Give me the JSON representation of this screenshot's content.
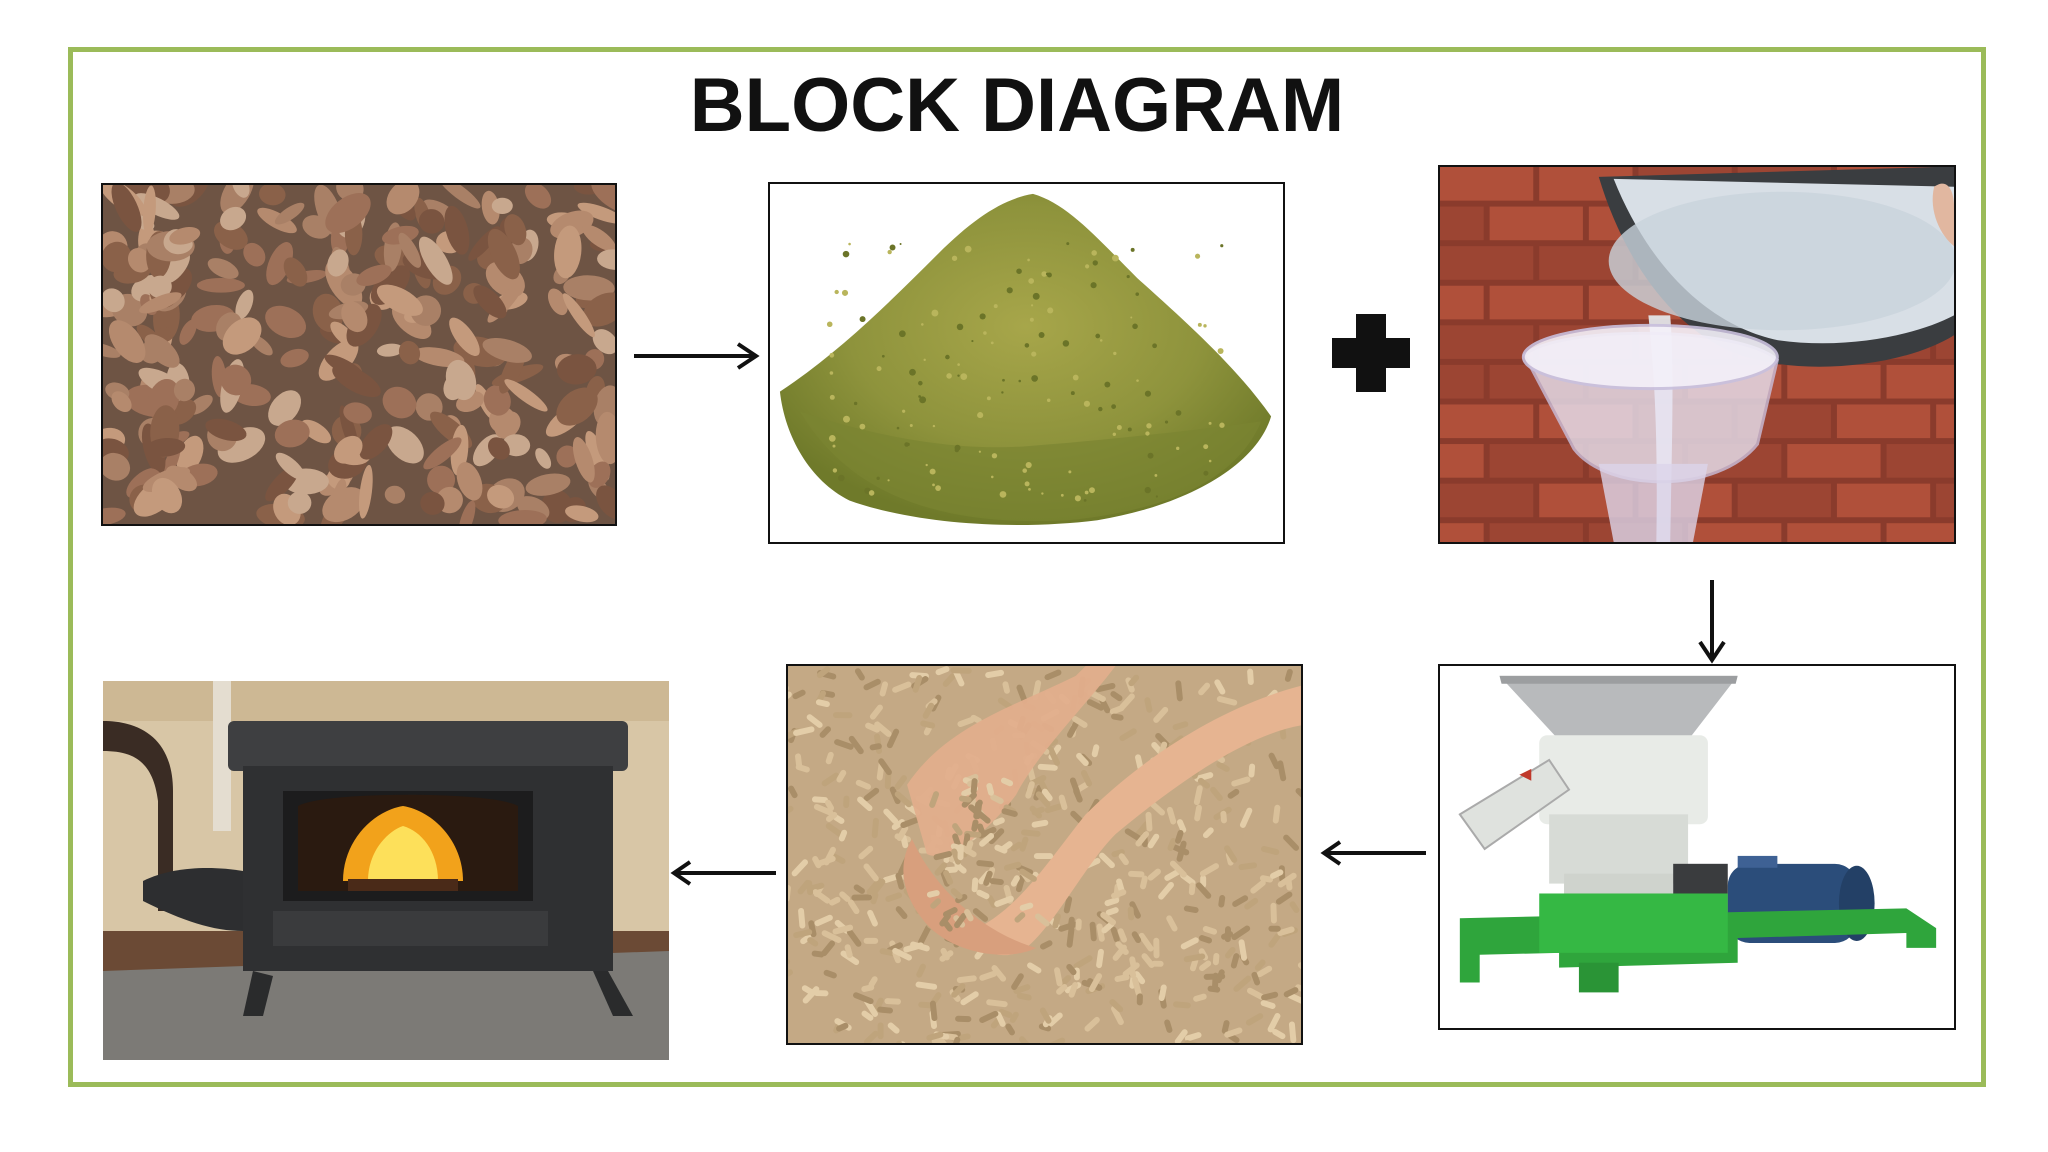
{
  "diagram": {
    "title": "BLOCK DIAGRAM",
    "accent_color": "#9bbb59",
    "steps": [
      {
        "id": "dry-leaves",
        "icon": "dry-leaves-image"
      },
      {
        "id": "leaf-powder",
        "icon": "leaf-powder-image"
      },
      {
        "id": "binder-liquid",
        "icon": "pouring-liquid-image"
      },
      {
        "id": "pellet-machine",
        "icon": "pellet-mill-machine-image"
      },
      {
        "id": "pellets",
        "icon": "pellets-in-hands-image"
      },
      {
        "id": "pellet-stove",
        "icon": "pellet-stove-image"
      }
    ],
    "connectors": [
      "arrow-right",
      "plus",
      "arrow-down",
      "arrow-left",
      "arrow-left"
    ]
  }
}
